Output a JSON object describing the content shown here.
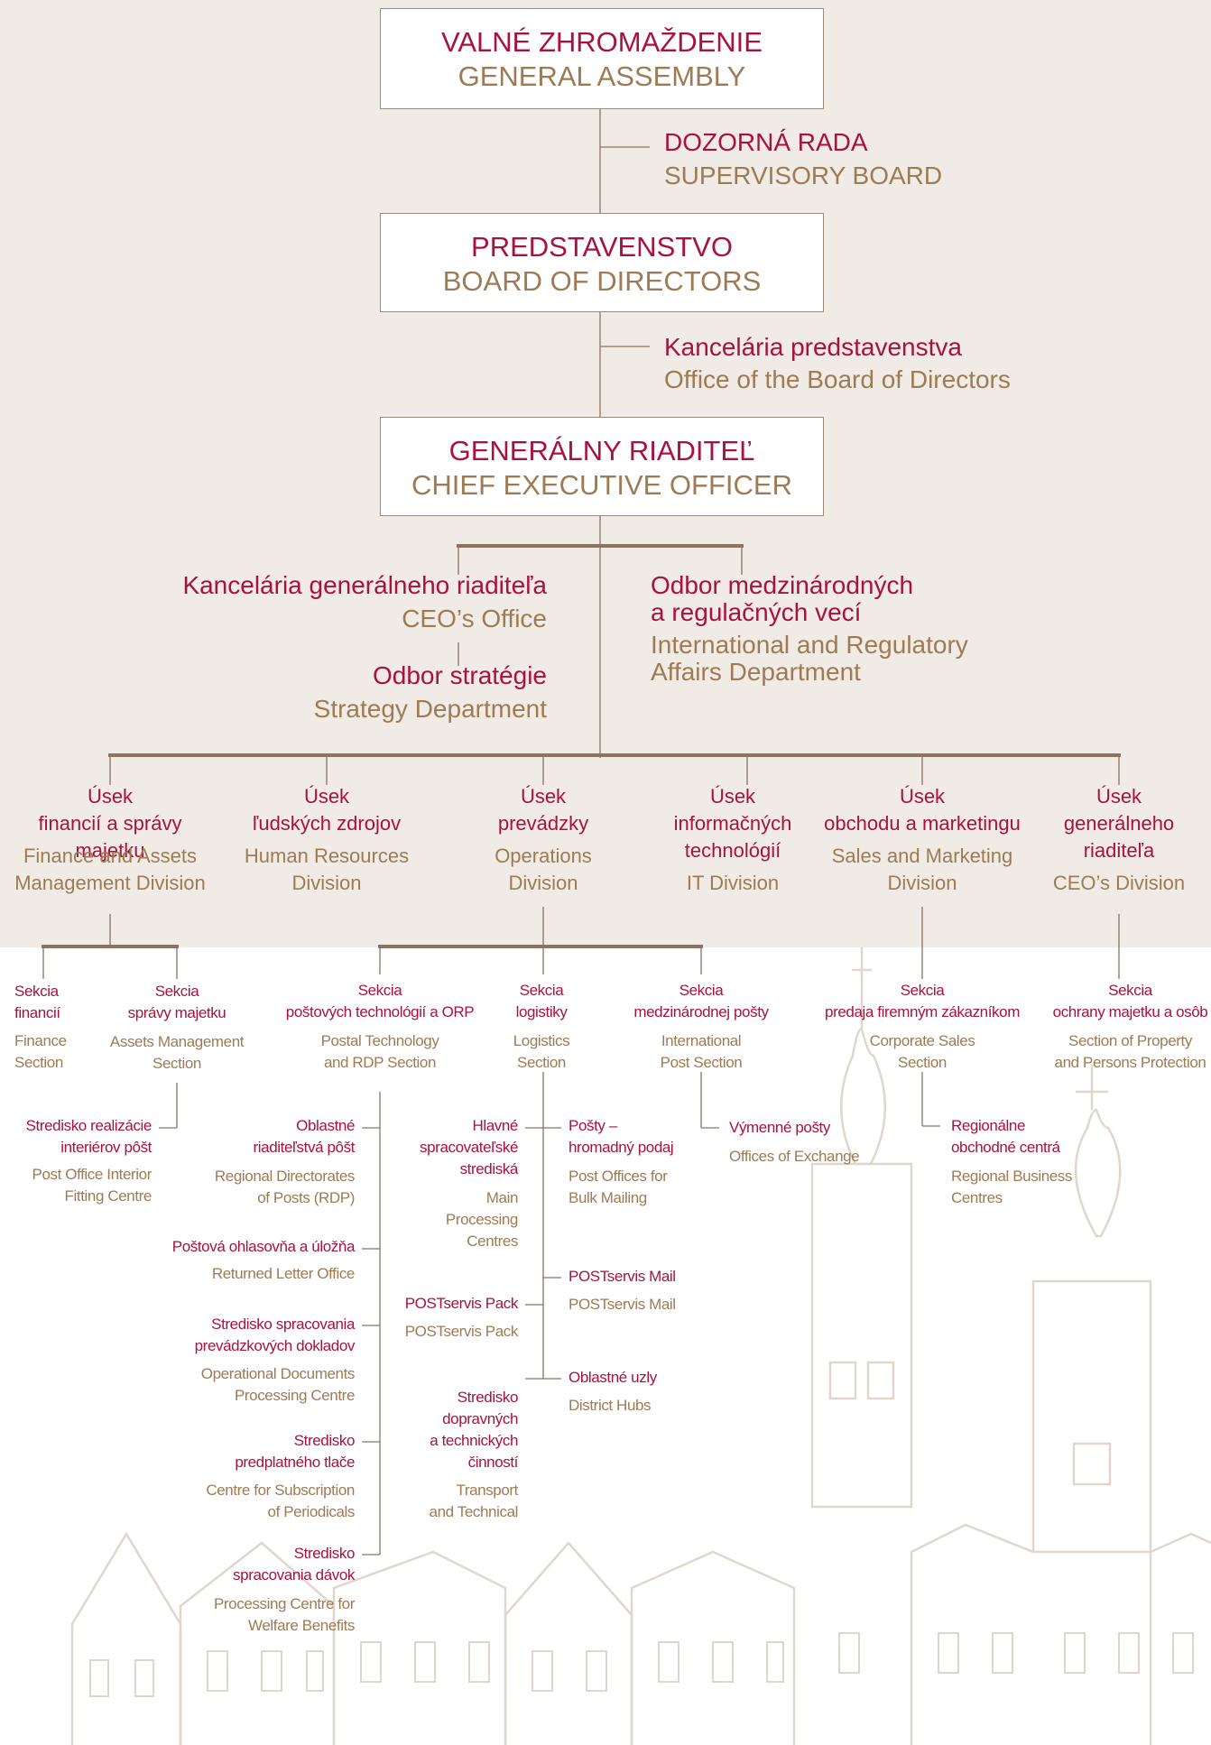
{
  "colors": {
    "accent": "#a8123e",
    "secondary": "#9c7b55",
    "line": "#8a7360",
    "top_background": "#f1ebe5"
  },
  "top": {
    "assembly": {
      "sk": "VALNÉ ZHROMAŽDENIE",
      "en": "GENERAL ASSEMBLY"
    },
    "supervisory": {
      "sk": "DOZORNÁ RADA",
      "en": "SUPERVISORY BOARD"
    },
    "board": {
      "sk": "PREDSTAVENSTVO",
      "en": "BOARD OF DIRECTORS"
    },
    "board_office": {
      "sk": "Kancelária predstavenstva",
      "en": "Office of the Board of Directors"
    },
    "ceo": {
      "sk": "GENERÁLNY RIADITEĽ",
      "en": "CHIEF EXECUTIVE OFFICER"
    },
    "ceo_office": {
      "sk": "Kancelária generálneho riaditeľa",
      "en": "CEO’s Office"
    },
    "strategy": {
      "sk": "Odbor stratégie",
      "en": "Strategy Department"
    },
    "international": {
      "sk": "Odbor medzinárodných\na regulačných vecí",
      "en": "International and Regulatory\nAffairs Department"
    }
  },
  "divisions": [
    {
      "sk": "Úsek\nfinancií a správy majetku",
      "en": "Finance and Assets\nManagement Division"
    },
    {
      "sk": "Úsek\nľudských zdrojov",
      "en": "Human Resources\nDivision"
    },
    {
      "sk": "Úsek\nprevádzky",
      "en": "Operations\nDivision"
    },
    {
      "sk": "Úsek\ninformačných\ntechnológií",
      "en": "IT Division"
    },
    {
      "sk": "Úsek\nobchodu a marketingu",
      "en": "Sales and Marketing\nDivision"
    },
    {
      "sk": "Úsek\ngenerálneho\nriaditeľa",
      "en": "CEO’s Division"
    }
  ],
  "sections": {
    "finance": {
      "sk": "Sekcia\nfinancií",
      "en": "Finance\nSection"
    },
    "assets": {
      "sk": "Sekcia\nsprávy majetku",
      "en": "Assets Management\nSection"
    },
    "postal_tech": {
      "sk": "Sekcia\npoštových technológií a ORP",
      "en": "Postal Technology\nand RDP Section"
    },
    "logistics": {
      "sk": "Sekcia\nlogistiky",
      "en": "Logistics\nSection"
    },
    "intl_post": {
      "sk": "Sekcia\nmedzinárodnej pošty",
      "en": "International\nPost Section"
    },
    "corp_sales": {
      "sk": "Sekcia\npredaja firemným zákazníkom",
      "en": "Corporate Sales\nSection"
    },
    "protection": {
      "sk": "Sekcia\nochrany majetku a osôb",
      "en": "Section of Property\nand Persons Protection"
    }
  },
  "units": {
    "interior": {
      "sk": "Stredisko realizácie\ninteriérov pôšt",
      "en": "Post Office Interior\nFitting Centre"
    },
    "rdp": {
      "sk": "Oblastné\nriaditeľstvá pôšt",
      "en": "Regional Directorates\nof Posts (RDP)"
    },
    "returned": {
      "sk": "Poštová ohlasovňa a úložňa",
      "en": "Returned Letter Office"
    },
    "opdocs": {
      "sk": "Stredisko spracovania\nprevádzkových dokladov",
      "en": "Operational Documents\nProcessing Centre"
    },
    "subscription": {
      "sk": "Stredisko\npredplatného tlače",
      "en": "Centre for Subscription\nof Periodicals"
    },
    "welfare": {
      "sk": "Stredisko\nspracovania dávok",
      "en": "Processing Centre for\nWelfare Benefits"
    },
    "main_processing": {
      "sk": "Hlavné\nspracovateľské\nstrediská",
      "en": "Main\nProcessing\nCentres"
    },
    "postservis_pack": {
      "sk": "POSTservis Pack",
      "en": "POSTservis Pack"
    },
    "transport": {
      "sk": "Stredisko\ndopravných\na technických\nčinností",
      "en": "Transport\nand Technical"
    },
    "bulk": {
      "sk": "Pošty –\nhromadný podaj",
      "en": "Post Offices for\nBulk Mailing"
    },
    "postservis_mail": {
      "sk": "POSTservis Mail",
      "en": "POSTservis Mail"
    },
    "hubs": {
      "sk": "Oblastné uzly",
      "en": "District Hubs"
    },
    "exchange": {
      "sk": "Výmenné pošty",
      "en": "Offices of Exchange"
    },
    "business_centres": {
      "sk": "Regionálne\nobchodné centrá",
      "en": "Regional Business\nCentres"
    }
  }
}
